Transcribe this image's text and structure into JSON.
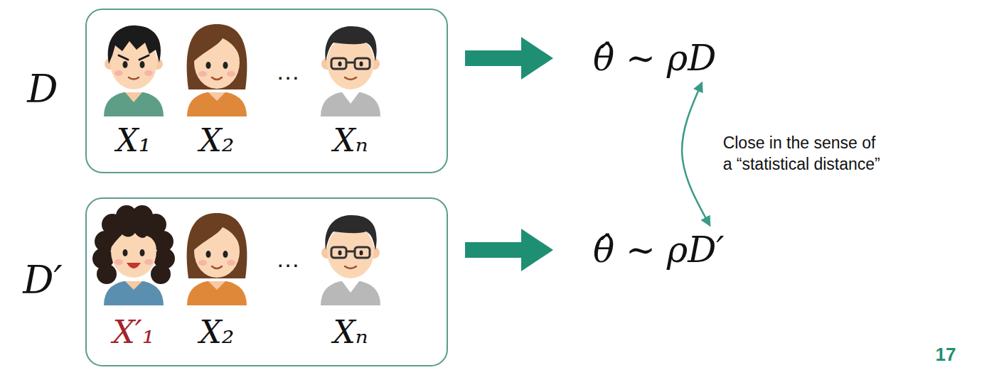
{
  "diagram": {
    "nodes": [
      {
        "text": [
          "D"
        ]
      },
      {
        "text": [
          "θ̂ ∼ ρD"
        ]
      },
      {
        "text": [
          "D′"
        ]
      },
      {
        "text": [
          "θ̂ ∼ ρD′"
        ]
      }
    ],
    "edges": [
      {
        "from": 0,
        "to": 1,
        "arrow": "to"
      },
      {
        "from": 2,
        "to": 3,
        "arrow": "to"
      },
      {
        "from": 1,
        "to": 3,
        "arrow": "both",
        "label": "Close in the sense of a “statistical distance”"
      }
    ],
    "labels": [
      "X₁",
      "X₂",
      "…",
      "Xₙ",
      "X′₁",
      "X₂",
      "…",
      "Xₙ",
      "17"
    ]
  }
}
